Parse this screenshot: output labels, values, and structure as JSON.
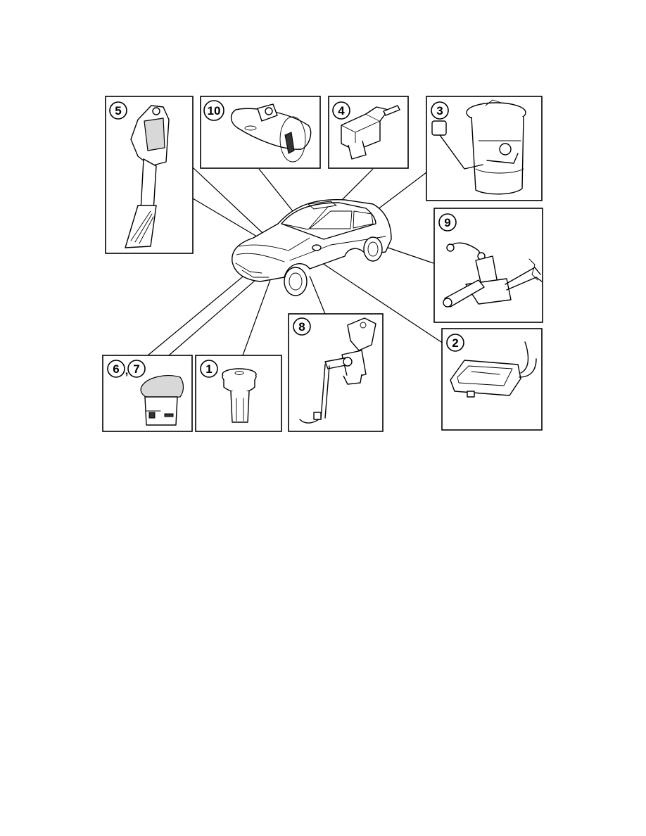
{
  "callouts": {
    "c1": "1",
    "c2": "2",
    "c3": "3",
    "c4": "4",
    "c5": "5",
    "c67a": "6",
    "c67sep": ",",
    "c67b": "7",
    "c8": "8",
    "c9": "9",
    "c10": "10"
  }
}
